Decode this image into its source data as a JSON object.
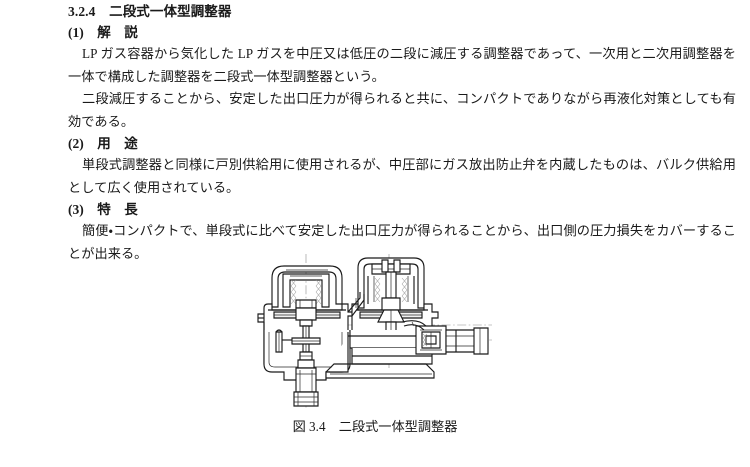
{
  "document": {
    "section_number": "3.2.4",
    "section_title": "二段式一体型調整器",
    "heading": "3.2.4　二段式一体型調整器",
    "subsections": [
      {
        "label": "(1)",
        "title": "解　説",
        "heading": "(1)　解　説",
        "paragraphs": [
          "LP ガス容器から気化した LP ガスを中圧又は低圧の二段に減圧する調整器であって、一次用と二次用調整器を一体で構成した調整器を二段式一体型調整器という。",
          "二段減圧することから、安定した出口圧力が得られると共に、コンパクトでありながら再液化対策としても有効である。"
        ]
      },
      {
        "label": "(2)",
        "title": "用　途",
        "heading": "(2)　用　途",
        "paragraphs": [
          "単段式調整器と同様に戸別供給用に使用されるが、中圧部にガス放出防止弁を内蔵したものは、バルク供給用として広く使用されている。"
        ]
      },
      {
        "label": "(3)",
        "title": "特　長",
        "heading": "(3)　特　長",
        "paragraphs": [
          "簡便・コンパクトで、単段式に比べて安定した出口圧力が得られることから、出口側の圧力損失をカバーすることが出来る。"
        ]
      }
    ],
    "figure": {
      "number": "図 3.4",
      "title": "二段式一体型調整器",
      "caption": "図 3.4　二段式一体型調整器",
      "alt": "二段式一体型調整器の断面図（一次減圧室・二次減圧室・ダイヤフラム・スプリング・入口継手・出口配管を示す機械図面）",
      "line_color": "#1b1b1b",
      "centerline_color": "#8e8e8e",
      "hatch_color": "#9b9b9b"
    }
  }
}
